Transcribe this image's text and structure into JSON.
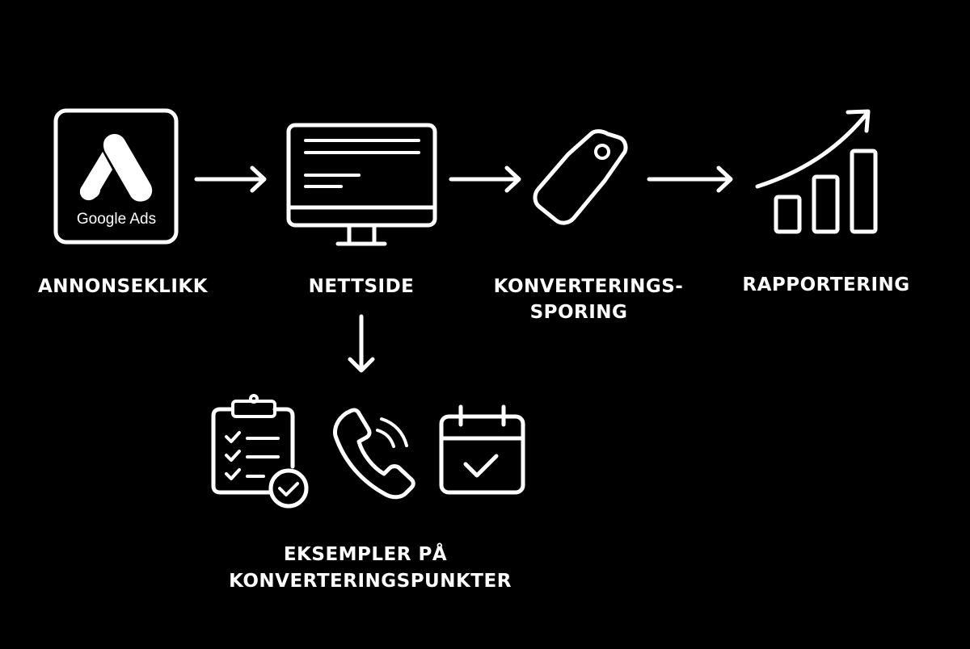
{
  "colors": {
    "background": "#000000",
    "foreground": "#ffffff"
  },
  "steps": [
    {
      "id": "ad-click",
      "icon": "google-ads-logo-icon",
      "logo_text": "Google Ads",
      "label": "ANNONSEKLIKK"
    },
    {
      "id": "website",
      "icon": "monitor-icon",
      "label": "NETTSIDE"
    },
    {
      "id": "tracking",
      "icon": "price-tag-icon",
      "label_line1": "KONVERTERINGS-",
      "label_line2": "SPORING"
    },
    {
      "id": "reporting",
      "icon": "growth-bar-chart-icon",
      "label": "RAPPORTERING"
    }
  ],
  "conversion_points": {
    "icons": [
      "clipboard-checklist-icon",
      "phone-call-icon",
      "calendar-check-icon"
    ],
    "label_line1": "EKSEMPLER PÅ",
    "label_line2": "KONVERTERINGSPUNKTER"
  }
}
